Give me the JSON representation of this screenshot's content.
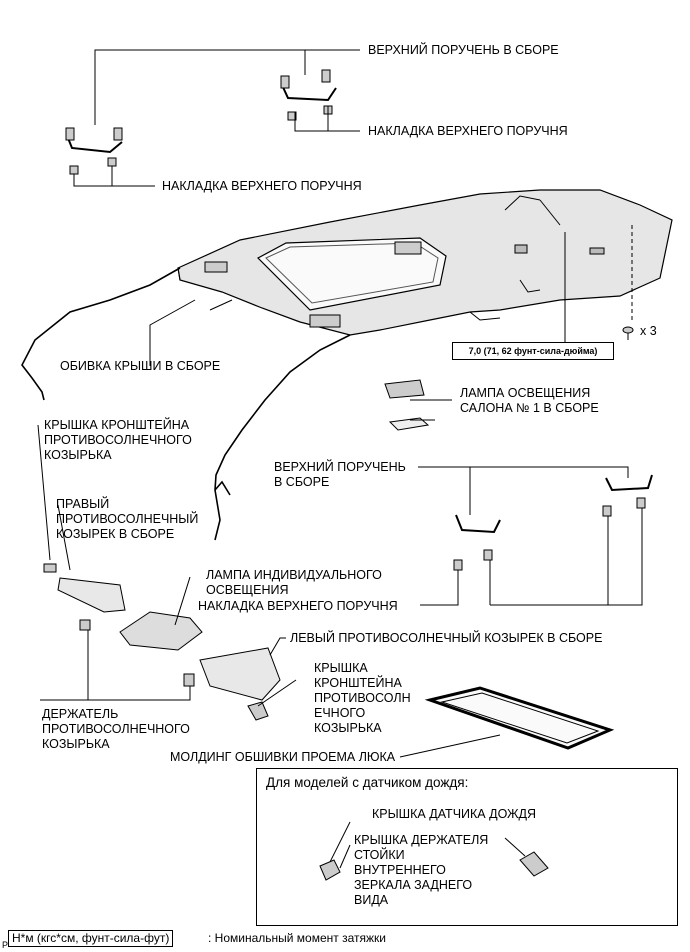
{
  "labels": {
    "upper_grip_top": "ВЕРХНИЙ ПОРУЧЕНЬ В СБОРЕ",
    "upper_grip_cover_top": "НАКЛАДКА ВЕРХНЕГО ПОРУЧНЯ",
    "upper_grip_cover_left": "НАКЛАДКА ВЕРХНЕГО ПОРУЧНЯ",
    "roof_headlining": "ОБИВКА КРЫШИ В СБОРЕ",
    "qty_x3": "x 3",
    "torque_spec": "7,0 (71, 62 фунт-сила-дюйма)",
    "room_lamp": "ЛАМПА ОСВЕЩЕНИЯ\nСАЛОНА № 1 В СБОРЕ",
    "visor_bracket_cover_left": "КРЫШКА КРОНШТЕЙНА\nПРОТИВОСОЛНЕЧНОГО\nКОЗЫРЬКА",
    "upper_grip_right": "ВЕРХНИЙ ПОРУЧЕНЬ\nВ СБОРЕ",
    "right_visor": "ПРАВЫЙ\nПРОТИВОСОЛНЕЧНЫЙ\nКОЗЫРЕК В СБОРЕ",
    "personal_lamp": "ЛАМПА ИНДИВИДУАЛЬНОГО\nОСВЕЩЕНИЯ",
    "upper_grip_cover_right": "НАКЛАДКА ВЕРХНЕГО ПОРУЧНЯ",
    "left_visor": "ЛЕВЫЙ ПРОТИВОСОЛНЕЧНЫЙ КОЗЫРЕК В СБОРЕ",
    "visor_bracket_cover_center": "КРЫШКА\nКРОНШТЕЙНА\nПРОТИВОСОЛН\nЕЧНОГО\nКОЗЫРЬКА",
    "visor_holder": "ДЕРЖАТЕЛЬ\nПРОТИВОСОЛНЕЧНОГО\nКОЗЫРЬКА",
    "sunroof_molding": "МОЛДИНГ ОБШИВКИ ПРОЕМА ЛЮКА"
  },
  "rain_sensor_box": {
    "title": "Для моделей с датчиком дождя:",
    "rain_sensor_cover": "КРЫШКА ДАТЧИКА ДОЖДЯ",
    "mirror_stay_cover": "КРЫШКА ДЕРЖАТЕЛЯ\nСТОЙКИ\nВНУТРЕННЕГО\nЗЕРКАЛА ЗАДНЕГО\nВИДА"
  },
  "legend": {
    "key": "Н*м (кгс*см, фунт-сила-фут)",
    "text": ": Номинальный момент затяжки"
  },
  "corner_code": "P"
}
